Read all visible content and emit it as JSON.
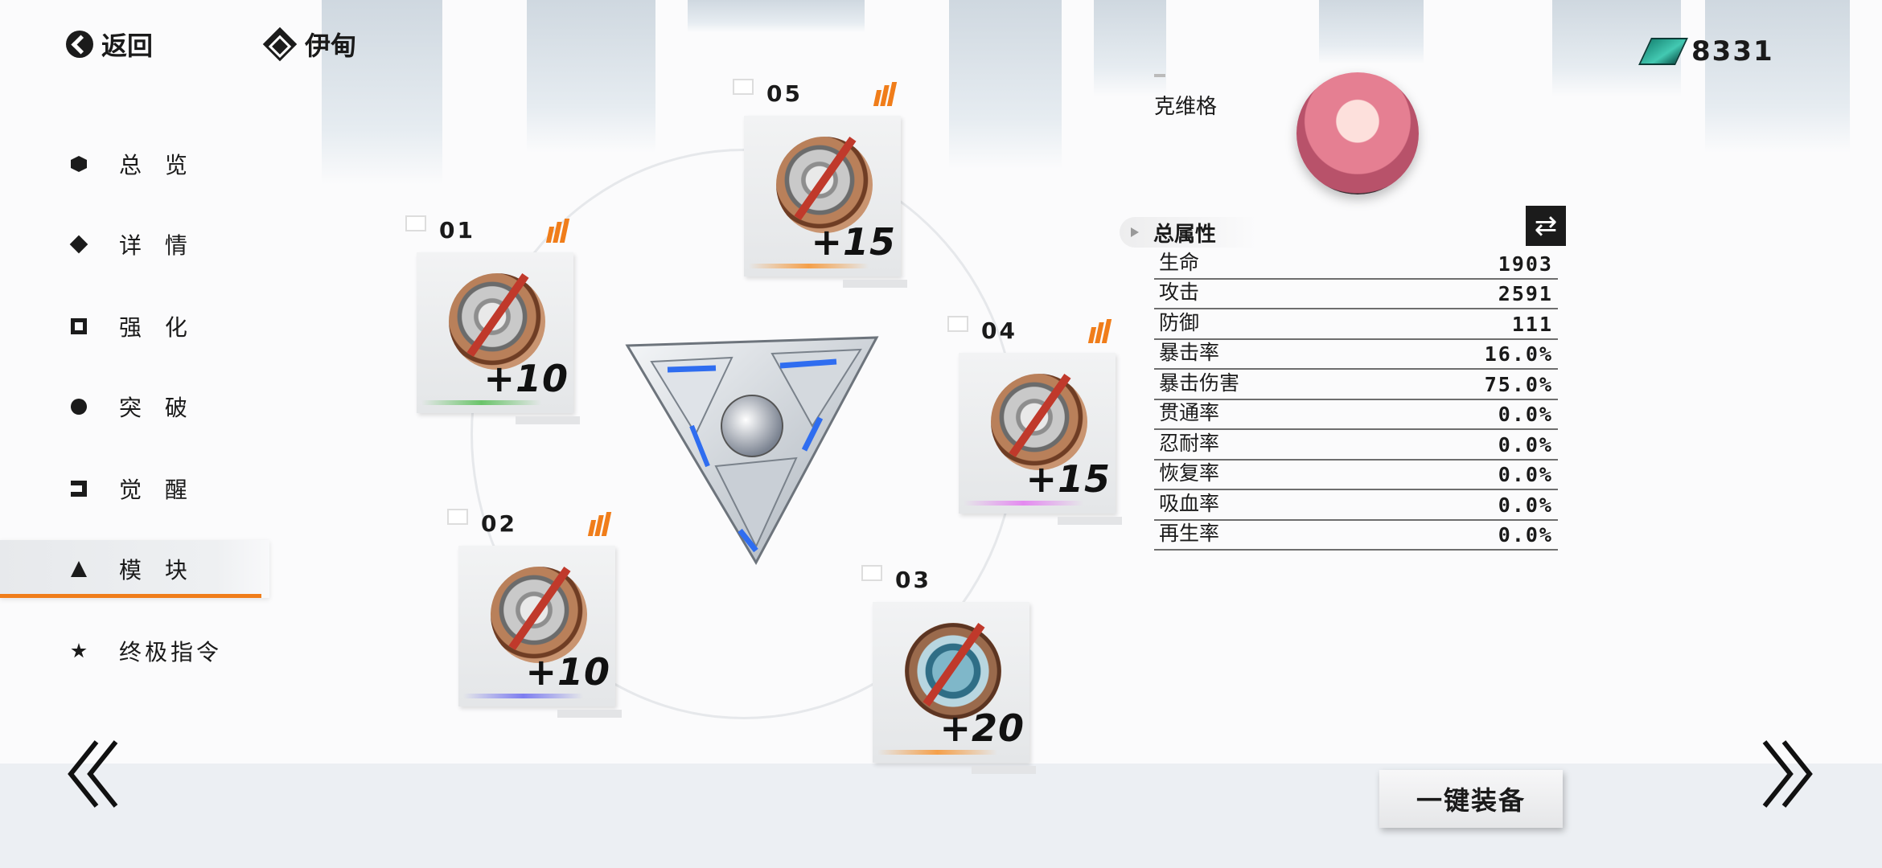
{
  "header": {
    "back_label": "返回",
    "character_tab_label": "伊甸",
    "currency_amount": "8331"
  },
  "sidebar": {
    "items": [
      {
        "label": "总 览",
        "icon": "hex-icon"
      },
      {
        "label": "详 情",
        "icon": "diamond-icon"
      },
      {
        "label": "强 化",
        "icon": "enhance-icon"
      },
      {
        "label": "突 破",
        "icon": "breakthrough-icon"
      },
      {
        "label": "觉 醒",
        "icon": "awaken-icon"
      },
      {
        "label": "模 块",
        "icon": "module-icon",
        "active": true
      },
      {
        "label": "终极指令",
        "icon": "ultimate-icon"
      }
    ],
    "active_color": "#f07d1a"
  },
  "modules": [
    {
      "slot": "01",
      "level": "+10",
      "bar_color": "#6ac46a"
    },
    {
      "slot": "02",
      "level": "+10",
      "bar_color": "#7d7df0"
    },
    {
      "slot": "03",
      "level": "+20",
      "bar_color": "#f5a04a"
    },
    {
      "slot": "04",
      "level": "+15",
      "bar_color": "#e48af0"
    },
    {
      "slot": "05",
      "level": "+15",
      "bar_color": "#f5a04a"
    }
  ],
  "character": {
    "name": "克维格"
  },
  "attributes": {
    "title": "总属性",
    "swap_icon": "swap-icon",
    "rows": [
      {
        "label": "生命",
        "value": "1903"
      },
      {
        "label": "攻击",
        "value": "2591"
      },
      {
        "label": "防御",
        "value": "111"
      },
      {
        "label": "暴击率",
        "value": "16.0%"
      },
      {
        "label": "暴击伤害",
        "value": "75.0%"
      },
      {
        "label": "贯通率",
        "value": "0.0%"
      },
      {
        "label": "忍耐率",
        "value": "0.0%"
      },
      {
        "label": "恢复率",
        "value": "0.0%"
      },
      {
        "label": "吸血率",
        "value": "0.0%"
      },
      {
        "label": "再生率",
        "value": "0.0%"
      }
    ]
  },
  "footer": {
    "equip_button_label": "一键装备"
  }
}
